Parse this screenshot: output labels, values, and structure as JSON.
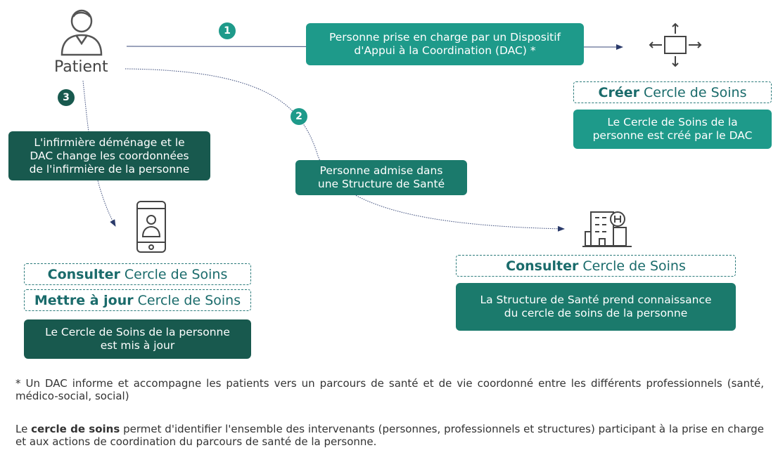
{
  "patient_label": "Patient",
  "steps": [
    {
      "number": "1",
      "box_text": "Personne prise en charge par un Dispositif\nd'Appui à la Coordination (DAC) *"
    },
    {
      "number": "2",
      "box_text": "Personne admise dans\nune Structure de Santé"
    },
    {
      "number": "3",
      "box_text": "L'infirmière déménage et le\nDAC change les coordonnées\nde l'infirmière de la personne"
    }
  ],
  "actions": {
    "create": {
      "verb": "Créer",
      "object": "Cercle de Soins",
      "result": "Le Cercle de Soins de la\npersonne est créé par le DAC"
    },
    "consult_structure": {
      "verb": "Consulter",
      "object": "Cercle de Soins",
      "result": "La Structure de Santé prend connaissance\ndu cercle de soins de la personne"
    },
    "consult_nurse": {
      "verb": "Consulter",
      "object": "Cercle de Soins"
    },
    "update_nurse": {
      "verb": "Mettre à jour",
      "object": "Cercle de Soins",
      "result": "Le Cercle de Soins de la personne\nest mis à jour"
    }
  },
  "footnotes": {
    "dac_note": "* Un DAC informe et accompagne les patients vers un parcours de santé et de vie coordonné entre les différents professionnels (santé, médico-social, social)",
    "circle_term": "cercle de soins",
    "circle_prefix": "Le ",
    "circle_rest": " permet d'identifier l'ensemble des intervenants (personnes, professionnels et structures) participant à la prise en charge et aux actions de coordination du parcours de santé de la personne."
  },
  "icons": {
    "patient": "person-icon",
    "dac": "move-arrows-icon",
    "hospital": "hospital-icon",
    "phone": "smartphone-user-icon"
  },
  "colors": {
    "teal": "#1e9a8a",
    "dark": "#18594e",
    "mid": "#1b7a6c",
    "line": "#3a4a7a"
  }
}
